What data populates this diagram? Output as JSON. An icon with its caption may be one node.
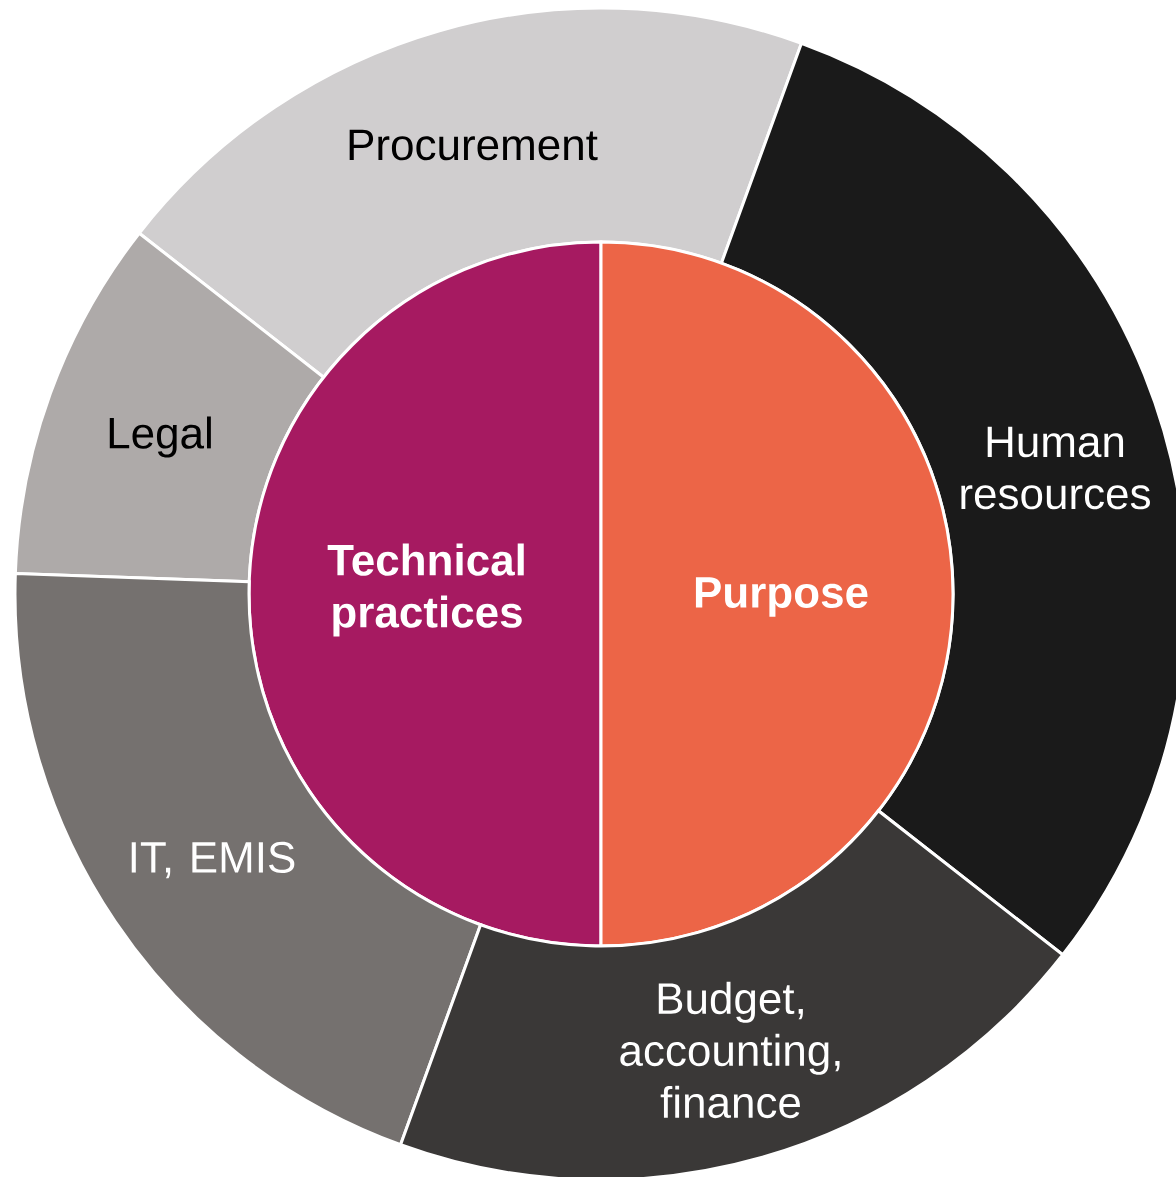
{
  "diagram": {
    "nodes": [
      {
        "text": [
          "Procurement"
        ]
      },
      {
        "text": [
          "Legal"
        ]
      },
      {
        "text": [
          "Human resources"
        ]
      },
      {
        "text": [
          "Technical practices"
        ]
      },
      {
        "text": [
          "Purpose"
        ]
      },
      {
        "text": [
          "IT, EMIS"
        ]
      },
      {
        "text": [
          "Budget, accounting, finance"
        ]
      }
    ]
  }
}
